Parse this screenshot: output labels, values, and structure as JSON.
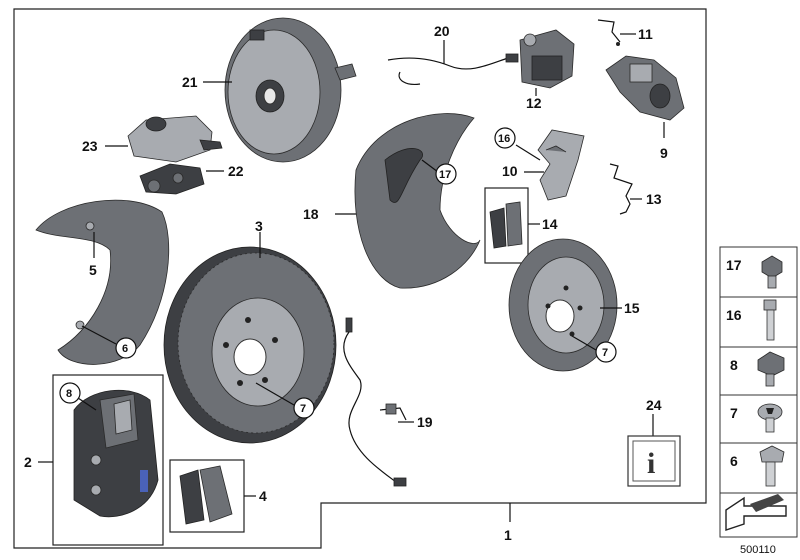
{
  "parts": {
    "p1": "1",
    "p2": "2",
    "p3": "3",
    "p4": "4",
    "p5": "5",
    "p6": "6",
    "p7": "7",
    "p8": "8",
    "p9": "9",
    "p10": "10",
    "p11": "11",
    "p12": "12",
    "p13": "13",
    "p14": "14",
    "p15": "15",
    "p16": "16",
    "p17": "17",
    "p18": "18",
    "p19": "19",
    "p20": "20",
    "p21": "21",
    "p22": "22",
    "p23": "23",
    "p24": "24"
  },
  "sidebar": {
    "items": [
      "17",
      "16",
      "8",
      "7",
      "6"
    ]
  },
  "info_icon": "i",
  "diagram_id": "500110",
  "colors": {
    "part_dark": "#3d3f43",
    "part_mid": "#6d7075",
    "part_light": "#a8abb0",
    "line": "#111111"
  }
}
